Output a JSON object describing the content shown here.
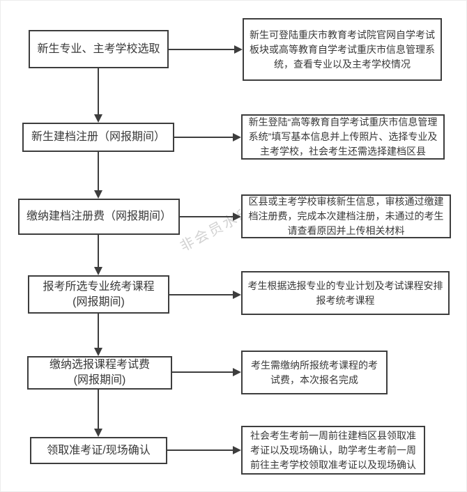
{
  "page": {
    "watermark": "非会员水印"
  },
  "flow": {
    "steps": [
      {
        "label": "新生专业、主考学校选取",
        "description": "新生可登陆重庆市教育考试院官网自学考试板块或高等教育自学考试重庆市信息管理系统，查看专业以及主考学校情况"
      },
      {
        "label": "新生建档注册（网报期间）",
        "description": "新生登陆“高等教育自学考试重庆市信息管理系统”填写基本信息并上传照片、选择专业及主考学校，社会考生还需选择建档区县"
      },
      {
        "label": "缴纳建档注册费（网报期间）",
        "description": "区县或主考学校审核新生信息，审核通过缴建档注册费，完成本次建档注册，未通过的考生请查看原因并上传相关材料"
      },
      {
        "label": "报考所选专业统考课程\n(网报期间)",
        "description": "考生根据选报专业的专业计划及考试课程安排报考统考课程"
      },
      {
        "label": "缴纳选报课程考试费\n(网报期间)",
        "description": "考生需缴纳所报统考课程的考试费，本次报名完成"
      },
      {
        "label": "领取准考证/现场确认",
        "description": "社会考生考前一周前往建档区县领取准考证以及现场确认，助学考生考前一周前往主考学校领取准考证以及现场确认"
      }
    ],
    "colors": {
      "line": "#3d3d3d",
      "box_border": "#3d3d3d",
      "text": "#383838",
      "watermark_color": "#d2d2d2"
    }
  }
}
